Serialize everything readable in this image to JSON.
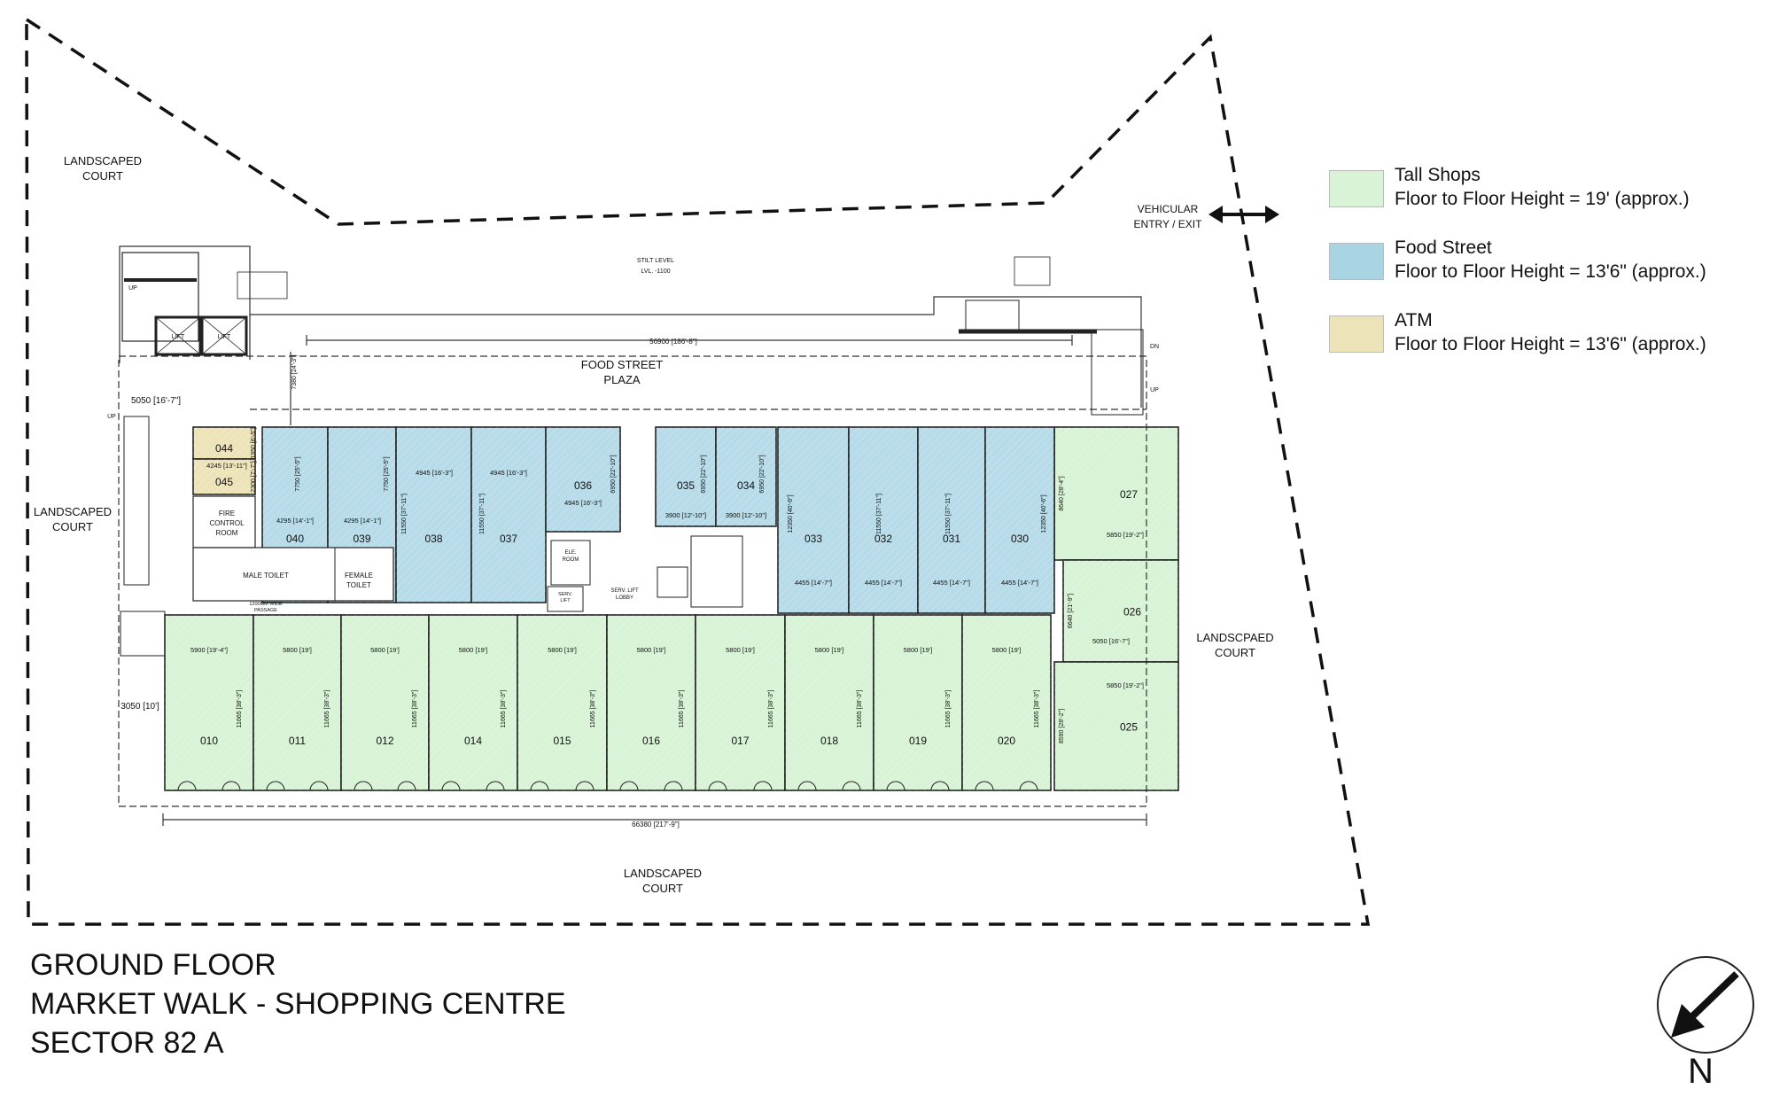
{
  "labels": {
    "landscaped_court_nw": [
      "LANDSCAPED",
      "COURT"
    ],
    "landscaped_court_w": [
      "LANDSCAPED",
      "COURT"
    ],
    "landscaped_court_s": [
      "LANDSCAPED",
      "COURT"
    ],
    "landscaped_court_e": [
      "LANDSCPAED",
      "COURT"
    ],
    "vehicular_entry": [
      "VEHICULAR",
      "ENTRY / EXIT"
    ],
    "food_street_plaza": [
      "FOOD STREET",
      "PLAZA"
    ],
    "stilt_level": [
      "STILT LEVEL",
      "LVL. -1100"
    ],
    "fire_control": [
      "FIRE",
      "CONTROL",
      "ROOM"
    ],
    "male_toilet": "MALE TOILET",
    "female_toilet": [
      "FEMALE",
      "TOILET"
    ],
    "passage": [
      "1200MM WIDE",
      "PASSAGE"
    ],
    "ele_room": [
      "ELE.",
      "ROOM"
    ],
    "serv_lift": [
      "SERV.",
      "LIFT"
    ],
    "serv_lift_lobby": [
      "SERV. LIFT",
      "LOBBY"
    ],
    "lift": "LIFT",
    "up": "UP",
    "dn": "DN"
  },
  "dimensions": {
    "top_width": "56900 [186'-8\"]",
    "bottom_width": "66380 [217'-9\"]",
    "west_setback": "5050 [16'-7\"]",
    "west_gap": "3050 [10']",
    "plaza_depth": "7380 [24'-3\"]",
    "shop_depth": "11665 [38'-3\"]",
    "first_shop_width": "5900 [19'-4\"]",
    "shop_width": "5800 [19']",
    "dim_027": "8640 [28'-4\"]",
    "dim_026": "6640 [21'-9\"]",
    "dim_025": "8590 [28'-2\"]",
    "width_5850": "5850 [19'-2\"]",
    "width_5050": "5050 [16'-7\"]",
    "w_4295": "4295 [14'-1\"]",
    "w_4945": "4945 [16'-3\"]",
    "w_3900": "3900 [12'-10\"]",
    "w_4455": "4455 [14'-7\"]",
    "w_4245": "4245 [13'-11\"]",
    "d_11550": "11550 [37'-11\"]",
    "d_12350": "12350 [40'-6\"]",
    "d_6950": "6950 [22'-10\"]",
    "d_7750": "7750 [25'-5\"]",
    "d_1950": "1950 [6'-5\"]",
    "d_2300": "2300 [7'-7\"]"
  },
  "units": {
    "tall_shops": [
      "010",
      "011",
      "012",
      "014",
      "015",
      "016",
      "017",
      "018",
      "019",
      "020"
    ],
    "east_shops": [
      "027",
      "026",
      "025"
    ],
    "food_left": [
      "040",
      "039",
      "038",
      "037",
      "036"
    ],
    "food_mid": [
      "035",
      "034"
    ],
    "food_right": [
      "033",
      "032",
      "031",
      "030"
    ],
    "atm": [
      "044",
      "045"
    ]
  },
  "legend": [
    {
      "title": "Tall Shops",
      "desc": "Floor to Floor Height = 19' (approx.)",
      "color": "#d8f3d6"
    },
    {
      "title": "Food Street",
      "desc": "Floor to Floor Height = 13'6\" (approx.)",
      "color": "#a9d4e4"
    },
    {
      "title": "ATM",
      "desc": "Floor to Floor Height = 13'6\" (approx.)",
      "color": "#ede3b8"
    }
  ],
  "title_block": [
    "GROUND FLOOR",
    "MARKET WALK - SHOPPING CENTRE",
    "SECTOR 82 A"
  ],
  "north_label": "N",
  "colors": {
    "tall_shops": "#d8f3d6",
    "food_street": "#b7dbe8",
    "atm": "#ede3b8",
    "line": "#222222"
  }
}
